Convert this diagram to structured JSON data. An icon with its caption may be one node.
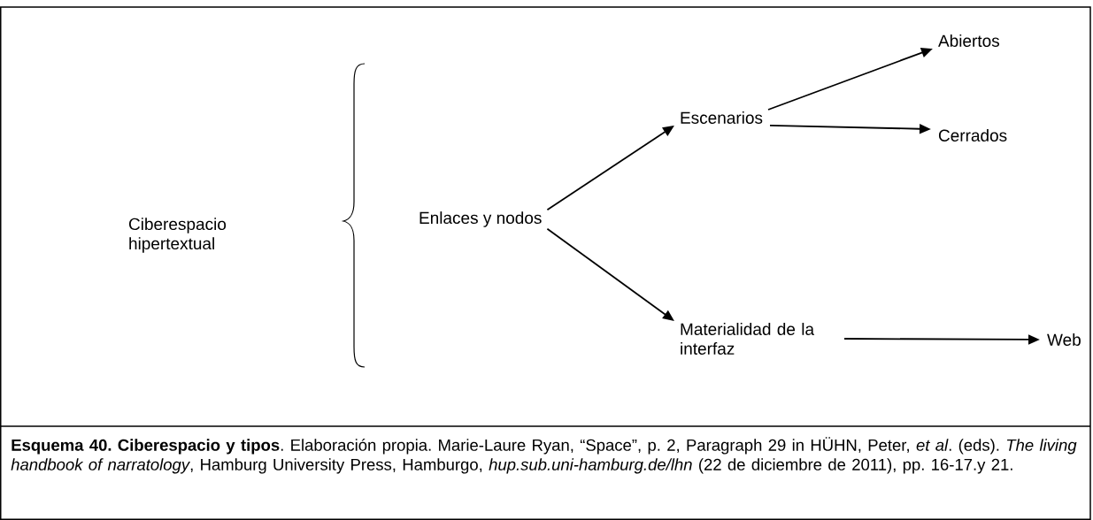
{
  "diagram": {
    "nodes": [
      {
        "text": [
          "Ciberespacio hipertextual"
        ]
      },
      {
        "text": [
          "Enlaces y nodos"
        ]
      },
      {
        "text": [
          "Escenarios"
        ]
      },
      {
        "text": [
          "Abiertos"
        ]
      },
      {
        "text": [
          "Cerrados"
        ]
      },
      {
        "text": [
          "Materialidad de la interfaz"
        ]
      },
      {
        "text": [
          "Web"
        ]
      }
    ],
    "edges": [
      {
        "from": 1,
        "to": 2,
        "arrow": "to"
      },
      {
        "from": 1,
        "to": 5,
        "arrow": "to"
      },
      {
        "from": 2,
        "to": 3,
        "arrow": "to"
      },
      {
        "from": 2,
        "to": 4,
        "arrow": "to"
      },
      {
        "from": 5,
        "to": 6,
        "arrow": "to"
      }
    ],
    "caption": "**Esquema 40. Ciberespacio y tipos**. Elaboración propia. Marie-Laure Ryan, “Space”, p. 2, Paragraph 29 in HÜHN, Peter, *et al*. (eds). *The living handbook of narratology*, Hamburg University Press, Hamburgo, *hup.sub.uni-hamburg.de/lhn* (22 de diciembre de 2011), pp. 16-17.y 21."
  }
}
